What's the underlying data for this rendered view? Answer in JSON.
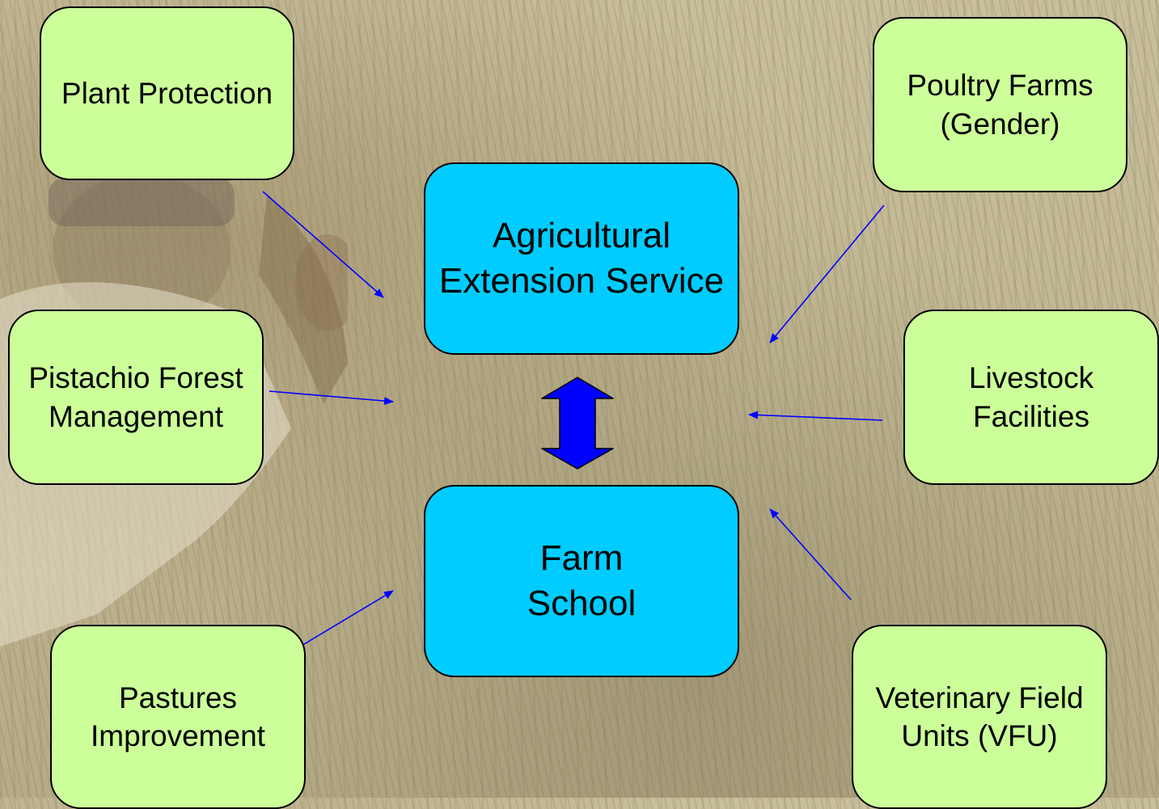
{
  "colors": {
    "outer_box_fill": "#ccff99",
    "center_box_fill": "#00ccff",
    "arrow": "#0000ff"
  },
  "center": {
    "extension": "Agricultural\nExtension Service",
    "school": "Farm\nSchool"
  },
  "outer": {
    "plant_protection": "Plant Protection",
    "pistachio": "Pistachio Forest\nManagement",
    "pastures": "Pastures\nImprovement",
    "poultry": "Poultry Farms\n(Gender)",
    "livestock": "Livestock\nFacilities",
    "vfu": "Veterinary Field\nUnits (VFU)"
  },
  "icons": {
    "background": "wheat-field-photo",
    "link_arrow": "arrow-icon",
    "two_way": "double-arrow-icon"
  }
}
